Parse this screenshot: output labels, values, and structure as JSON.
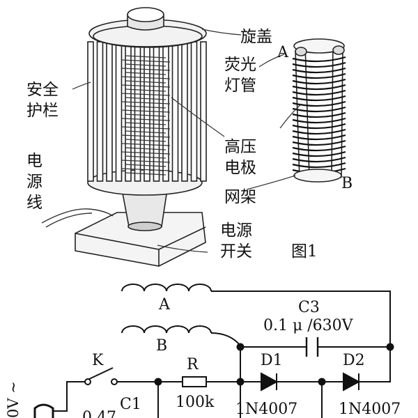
{
  "figure1": {
    "caption": "图1",
    "labels": {
      "cap": "旋盖",
      "lamp_line1": "荧光",
      "lamp_line2": "灯管",
      "guard_line1": "安全",
      "guard_line2": "护栏",
      "electrode_line1": "高压",
      "electrode_line2": "电极",
      "cord_line1": "电",
      "cord_line2": "源",
      "cord_line3": "线",
      "frame": "网架",
      "switch_line1": "电源",
      "switch_line2": "开关",
      "point_a": "A",
      "point_b": "B"
    }
  },
  "circuit": {
    "coil_a": "A",
    "coil_b": "B",
    "c3_name": "C3",
    "c3_value": "0.1 μ /630V",
    "switch": "K",
    "resistor_name": "R",
    "resistor_value": "100k",
    "c1_name": "C1",
    "c1_value_partial": "0.47",
    "d1_name": "D1",
    "d1_part": "1N4007",
    "d2_name": "D2",
    "d2_part": "1N4007",
    "mains_partial": "0V ~"
  }
}
